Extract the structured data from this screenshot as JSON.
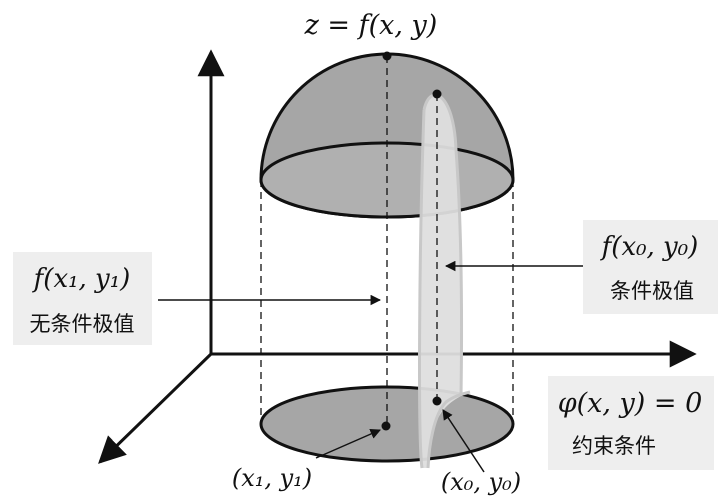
{
  "surface_label": "z = f(x, y)",
  "unconstrained": {
    "value_label": "f(x₁, y₁)",
    "caption": "无条件极值"
  },
  "constrained": {
    "value_label": "f(x₀, y₀)",
    "caption": "条件极值"
  },
  "constraint": {
    "equation": "φ(x, y) = 0",
    "caption": "约束条件"
  },
  "point_1": "(x₁, y₁)",
  "point_0": "(x₀, y₀)",
  "colors": {
    "surface_fill": "#a6a6a6",
    "curtain_fill": "#dedede",
    "label_box": "#eeeeee",
    "ink": "#111111"
  }
}
